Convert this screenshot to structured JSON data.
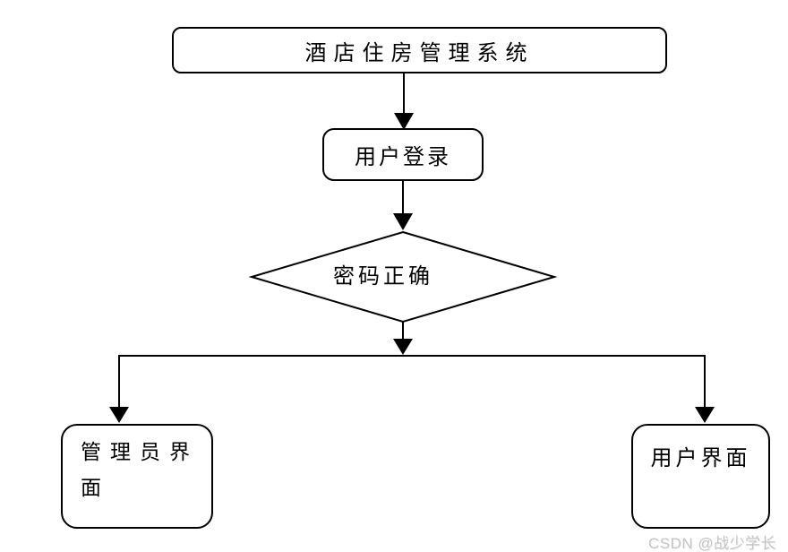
{
  "diagram": {
    "type": "flowchart",
    "background_color": "#ffffff",
    "stroke_color": "#000000",
    "node_fill_color": "#ffffff",
    "nodes": {
      "title_box": {
        "label": "酒店住房管理系统",
        "shape": "rounded-rect"
      },
      "login_box": {
        "label": "用户登录",
        "shape": "rounded-rect"
      },
      "decision": {
        "label": "密码正确",
        "shape": "diamond"
      },
      "admin_box": {
        "label": "管理员界面",
        "shape": "rounded-rect"
      },
      "user_box": {
        "label": "用户界面",
        "shape": "rounded-rect"
      }
    },
    "edges": [
      {
        "from": "title_box",
        "to": "login_box",
        "style": "arrow-down"
      },
      {
        "from": "login_box",
        "to": "decision",
        "style": "arrow-down"
      },
      {
        "from": "decision",
        "to": "branch-junction",
        "style": "arrow-down"
      },
      {
        "from": "branch-junction",
        "to": "admin_box",
        "style": "arrow-down"
      },
      {
        "from": "branch-junction",
        "to": "user_box",
        "style": "arrow-down"
      }
    ]
  },
  "watermark": {
    "text": "CSDN @战少学长",
    "color": "#c4c4c4"
  }
}
